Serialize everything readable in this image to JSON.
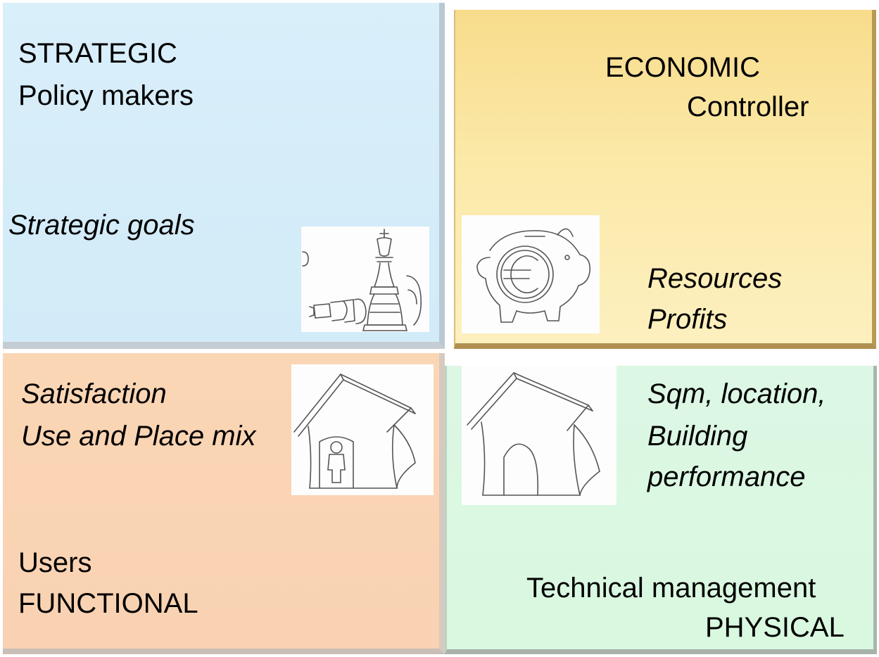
{
  "strategic": {
    "title": "STRATEGIC",
    "role": "Policy makers",
    "focus": "Strategic goals",
    "icon": "chess-pieces-icon"
  },
  "economic": {
    "title": "ECONOMIC",
    "role": "Controller",
    "focus_line1": "Resources",
    "focus_line2": "Profits",
    "icon": "euro-piggy-bank-icon"
  },
  "functional": {
    "focus_line1": "Satisfaction",
    "focus_line2": "Use and Place mix",
    "role": "Users",
    "title": "FUNCTIONAL",
    "icon": "house-with-person-icon"
  },
  "physical": {
    "focus_line1": "Sqm, location,",
    "focus_line2": "Building",
    "focus_line3": "performance",
    "role": "Technical management",
    "title": "PHYSICAL",
    "icon": "house-icon"
  }
}
